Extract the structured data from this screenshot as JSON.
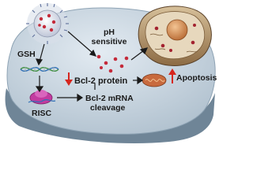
{
  "labels": {
    "ph_line1": "pH",
    "ph_line2": "sensitive",
    "gsh": "GSH",
    "bcl2_protein": "Bcl-2 protein",
    "apoptosis": "Apoptosis",
    "risc": "RISC",
    "mrna_line1": "Bcl-2 mRNA",
    "mrna_line2": "cleavage"
  },
  "colors": {
    "slab_top": "#c6d3df",
    "slab_side": "#6f8597",
    "down_arrow": "#d6261e",
    "up_arrow": "#d6261e",
    "particle_core": "#e8e8ee",
    "particle_dots": "#c42a3a",
    "cell_body": "#b89a6a",
    "nucleus": "#d08a4f",
    "risc": "#c23ba0",
    "mitochondrion": "#c86a3e"
  }
}
